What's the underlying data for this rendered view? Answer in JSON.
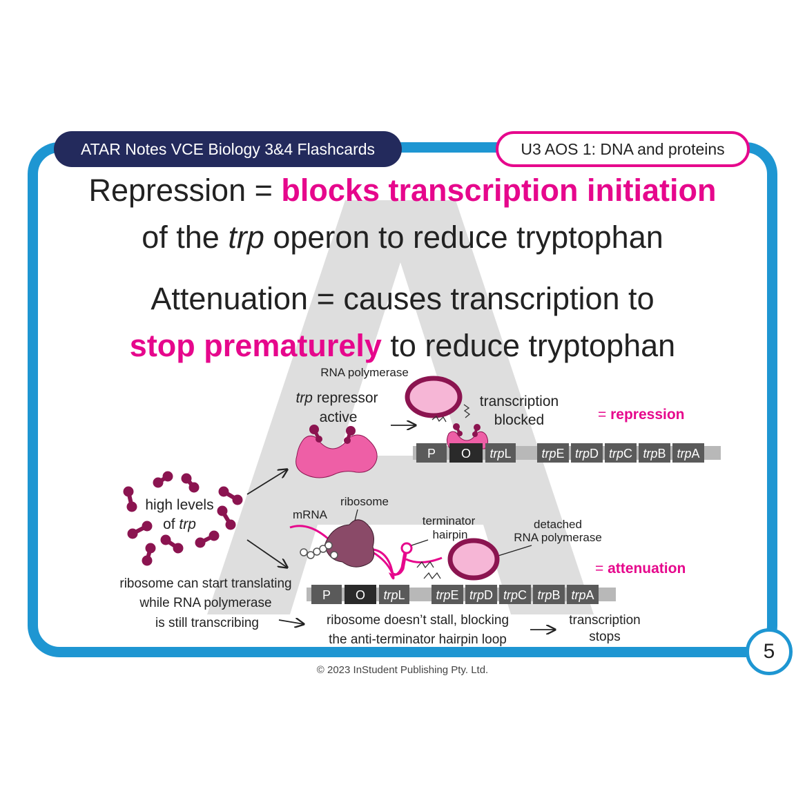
{
  "header": {
    "left_pill": "ATAR Notes VCE Biology 3&4 Flashcards",
    "right_pill": "U3 AOS 1: DNA and proteins"
  },
  "title": {
    "line1_a": "Repression = ",
    "line1_b": "blocks transcription initiation",
    "line2_a": "of the ",
    "line2_b": "trp",
    "line2_c": " operon to reduce tryptophan",
    "line3": "Attenuation = causes transcription to",
    "line4_a": "stop prematurely",
    "line4_b": " to reduce tryptophan"
  },
  "diagram": {
    "rna_polymerase": "RNA polymerase",
    "trp_repressor_a": "trp",
    "trp_repressor_b": " repressor",
    "active": "active",
    "transcription": "transcription",
    "blocked": "blocked",
    "repression_eq": "= ",
    "repression": "repression",
    "high_levels": "high levels",
    "of": "of ",
    "trp_word": "trp",
    "mrna": "mRNA",
    "ribosome": "ribosome",
    "terminator": "terminator",
    "hairpin": "hairpin",
    "detached": "detached",
    "detached_rnap": "RNA polymerase",
    "attenuation_eq": "= ",
    "attenuation": "attenuation",
    "ribo_note_1": "ribosome can start translating",
    "ribo_note_2": "while RNA polymerase",
    "ribo_note_3": "is still transcribing",
    "stall_1": "ribosome doesn’t stall, blocking",
    "stall_2": "the anti-terminator hairpin loop",
    "stops_1": "transcription",
    "stops_2": "stops",
    "genes_top": {
      "p": "P",
      "o": "O",
      "l_it": "trp",
      "l": "L",
      "e_it": "trp",
      "e": "E",
      "d_it": "trp",
      "d": "D",
      "c_it": "trp",
      "c": "C",
      "b_it": "trp",
      "b": "B",
      "a_it": "trp",
      "a": "A"
    },
    "genes_bottom": {
      "p": "P",
      "o": "O",
      "l_it": "trp",
      "l": "L",
      "e_it": "trp",
      "e": "E",
      "d_it": "trp",
      "d": "D",
      "c_it": "trp",
      "c": "C",
      "b_it": "trp",
      "b": "B",
      "a_it": "trp",
      "a": "A"
    }
  },
  "page_number": "5",
  "copyright": "© 2023 InStudent Publishing Pty. Ltd.",
  "colors": {
    "frame_blue": "#1e96d2",
    "navy": "#232a5c",
    "accent_pink": "#e6078c",
    "repressor_pink": "#ee5fa6",
    "trp_purple": "#8b1450",
    "ribosome_plum": "#8a4a68",
    "polymerase_light": "#f6b6d6",
    "gene_dark": "#5a5a5a",
    "gene_black": "#2a2a2a",
    "dna_grey": "#b8b8b8"
  },
  "icons": [
    "ATAR-watermark-logo",
    "trp-molecule-icon",
    "repressor-icon",
    "rna-polymerase-icon",
    "ribosome-icon",
    "mrna-strand",
    "arrow-icon"
  ]
}
